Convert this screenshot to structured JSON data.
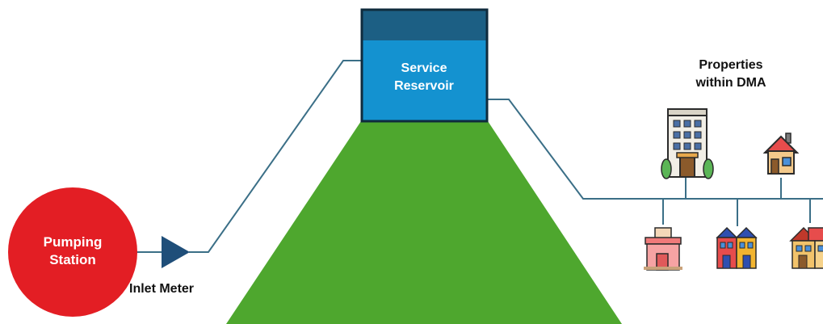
{
  "nodes": {
    "pumping_station": {
      "label": "Pumping\nStation",
      "color": "#e31e24"
    },
    "inlet_meter": {
      "label": "Inlet Meter",
      "color": "#1f4e79"
    },
    "service_reservoir": {
      "label": "Service\nReservoir",
      "fill_color": "#1492d0",
      "header_color": "#1c5f84"
    },
    "properties": {
      "label": "Properties\nwithin DMA"
    }
  },
  "hill": {
    "color": "#4ea72e"
  },
  "pipe": {
    "color": "#3b6f87"
  },
  "icons": [
    "office-building-icon",
    "house-icon",
    "shop-icon",
    "terraced-houses-icon",
    "townhouse-icon"
  ]
}
